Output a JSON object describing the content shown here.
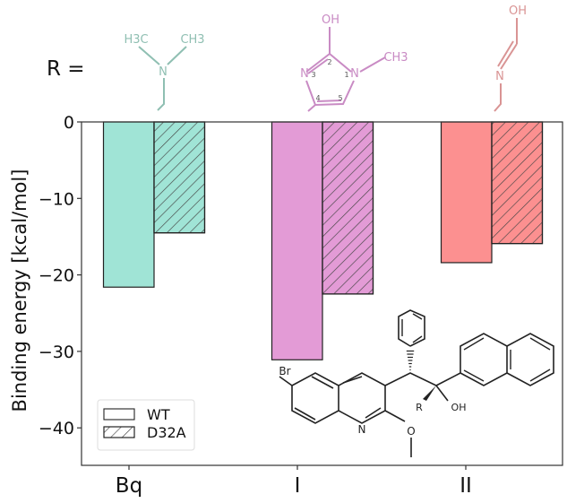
{
  "chart_data": {
    "type": "bar",
    "title": "",
    "xlabel": "",
    "ylabel": "Binding energy [kcal/mol]",
    "categories": [
      "Bq",
      "I",
      "II"
    ],
    "series": [
      {
        "name": "WT",
        "hatch": "none",
        "values": [
          -21.6,
          -31.1,
          -18.4
        ]
      },
      {
        "name": "D32A",
        "hatch": "////",
        "values": [
          -14.5,
          -22.5,
          -15.9
        ]
      }
    ],
    "category_colors": [
      "#a0e4d6",
      "#e39bd6",
      "#fc9090"
    ],
    "ylim": [
      -45,
      0
    ],
    "yticks": [
      0,
      -10,
      -20,
      -30,
      -40
    ],
    "ytick_labels": [
      "0",
      "−10",
      "−20",
      "−30",
      "−40"
    ],
    "grid": false,
    "legend": {
      "position": "lower left",
      "entries": [
        "WT",
        "D32A"
      ]
    },
    "annotations": {
      "r_label": "R =",
      "substituents": [
        {
          "category": "Bq",
          "color": "#8fbfb2",
          "labels": [
            "H3C",
            "CH3",
            "N"
          ]
        },
        {
          "category": "I",
          "color": "#c98bc4",
          "labels": [
            "OH",
            "2",
            "N",
            "3",
            "1",
            "N",
            "CH3",
            "4",
            "5"
          ]
        },
        {
          "category": "II",
          "color": "#d99494",
          "labels": [
            "OH",
            "N"
          ]
        }
      ],
      "core_structure_labels": [
        "Br",
        "N",
        "O",
        "R",
        "OH"
      ]
    }
  },
  "texts": {
    "r_label": "R =",
    "ylabel": "Binding energy [kcal/mol]"
  }
}
